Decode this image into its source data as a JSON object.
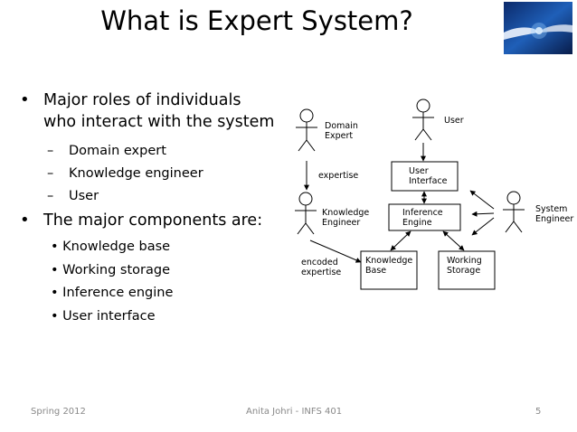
{
  "slide": {
    "title": "What is Expert System?",
    "bullets": {
      "roles_line1": "Major roles of individuals",
      "roles_line2": "who interact with the system",
      "roles": [
        "Domain expert",
        "Knowledge engineer",
        "User"
      ],
      "components_heading": "The major components are:",
      "components": [
        "Knowledge base",
        "Working storage",
        "Inference engine",
        "User interface"
      ]
    },
    "footer": {
      "left": "Spring 2012",
      "center": "Anita Johri - INFS 401",
      "page": "5"
    }
  },
  "diagram": {
    "actors": {
      "domain_expert": [
        "Domain",
        "Expert"
      ],
      "user": "User",
      "knowledge_engineer": [
        "Knowledge",
        "Engineer"
      ],
      "system_engineer": [
        "System",
        "Engineer"
      ]
    },
    "boxes": {
      "user_interface": [
        "User",
        "Interface"
      ],
      "inference_engine": [
        "Inference",
        "Engine"
      ],
      "knowledge_base": [
        "Knowledge",
        "Base"
      ],
      "working_storage": [
        "Working",
        "Storage"
      ]
    },
    "edge_labels": {
      "expertise": "expertise",
      "encoded_expertise": [
        "encoded",
        "expertise"
      ]
    }
  }
}
